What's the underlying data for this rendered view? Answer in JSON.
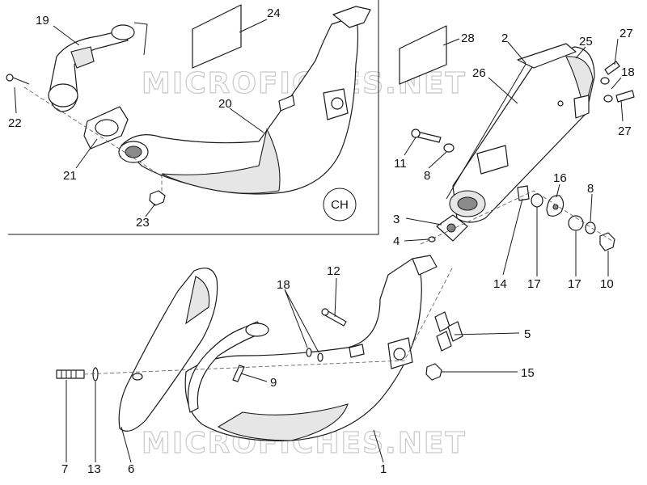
{
  "watermark": {
    "top": "MICROFICHES.NET",
    "bottom": "MICROFICHES.NET"
  },
  "variant_label": "CH",
  "callouts": {
    "c19": "19",
    "c24": "24",
    "c28": "28",
    "c2": "2",
    "c25": "25",
    "c27a": "27",
    "c26": "26",
    "c18a": "18",
    "c22": "22",
    "c20": "20",
    "c27b": "27",
    "c11": "11",
    "c8a": "8",
    "c21": "21",
    "c16": "16",
    "c8b": "8",
    "c23": "23",
    "c3": "3",
    "c4": "4",
    "c12": "12",
    "c18b": "18",
    "c14": "14",
    "c17a": "17",
    "c17b": "17",
    "c10": "10",
    "c5": "5",
    "c9": "9",
    "c15": "15",
    "c7": "7",
    "c13": "13",
    "c6": "6",
    "c1": "1"
  }
}
